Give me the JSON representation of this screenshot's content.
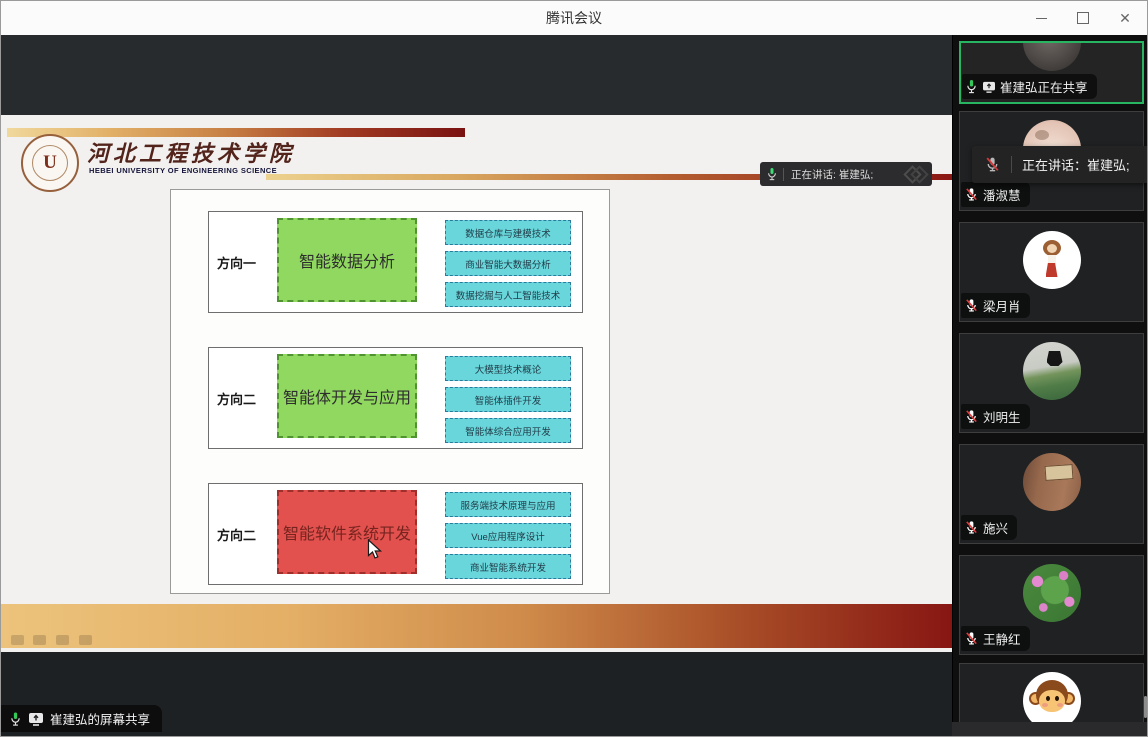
{
  "window": {
    "title": "腾讯会议"
  },
  "stage": {
    "speaking_bar_text": "正在讲话: 崔建弘;",
    "share_label_text": "崔建弘的屏幕共享"
  },
  "slide": {
    "university": {
      "cn": "河北工程技术学院",
      "en": "HEBEI UNIVERSITY OF ENGINEERING SCIENCE",
      "seal_letter": "U"
    },
    "groups": [
      {
        "direction": "方向一",
        "main": "智能数据分析",
        "main_color": "#90d85f",
        "courses": [
          "数据仓库与建模技术",
          "商业智能大数据分析",
          "数据挖掘与人工智能技术"
        ]
      },
      {
        "direction": "方向二",
        "main": "智能体开发与应用",
        "main_color": "#90d85f",
        "courses": [
          "大模型技术概论",
          "智能体插件开发",
          "智能体综合应用开发"
        ]
      },
      {
        "direction": "方向二",
        "main": "智能软件系统开发",
        "main_color": "#e2514e",
        "courses": [
          "服务端技术原理与应用",
          "Vue应用程序设计",
          "商业智能系统开发"
        ]
      }
    ]
  },
  "sidebar": {
    "toast_text": "正在讲话：崔建弘;",
    "tiles": [
      {
        "label": "崔建弘正在共享",
        "status": "sharing"
      },
      {
        "label": "潘淑慧",
        "status": "muted"
      },
      {
        "label": "梁月肖",
        "status": "muted"
      },
      {
        "label": "刘明生",
        "status": "muted"
      },
      {
        "label": "施兴",
        "status": "muted"
      },
      {
        "label": "王静红",
        "status": "muted"
      },
      {
        "label": "",
        "status": "muted"
      }
    ]
  },
  "icons": {
    "mic_active": "green microphone",
    "mic_muted": "microphone with red slash",
    "screenshare": "monitor with up arrow",
    "minimize": "–",
    "maximize": "□",
    "close": "✕",
    "watermark": "double diamond logo"
  },
  "colors": {
    "accent_green": "#27b561",
    "box_green": "#90d85f",
    "box_red": "#e2514e",
    "box_cyan": "#68d6da",
    "gradient_gold": "#e2b168",
    "gradient_dark_red": "#871613",
    "stage_bg": "#282b2e",
    "sidebar_bg": "#0f0f10"
  }
}
